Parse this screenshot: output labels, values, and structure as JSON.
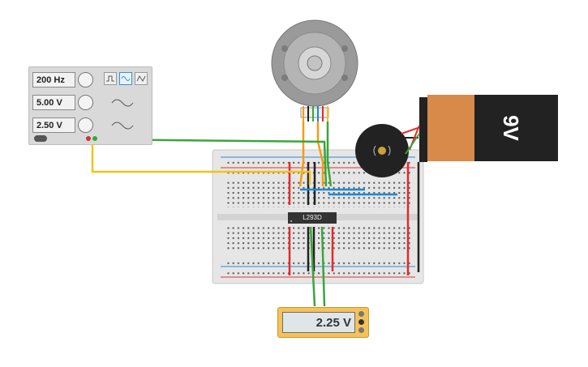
{
  "function_generator": {
    "frequency": "200 Hz",
    "amplitude": "5.00 V",
    "dc_offset": "2.50 V",
    "waveforms": [
      "square-wave-icon",
      "sine-wave-icon",
      "triangle-wave-icon"
    ],
    "selected_waveform": "sine-wave-icon"
  },
  "motor_driver_chip": {
    "label": "L293D"
  },
  "multimeter": {
    "reading": "2.25 V"
  },
  "battery": {
    "label": "9V"
  },
  "colors": {
    "wire_orange": "#f39c12",
    "wire_green": "#3aa63a",
    "wire_yellow": "#f2c318",
    "wire_red": "#e22b2b",
    "wire_black": "#222222",
    "wire_blue": "#1e88d6",
    "battery_body": "#d88a4b",
    "breadboard": "#e9e9e9"
  }
}
